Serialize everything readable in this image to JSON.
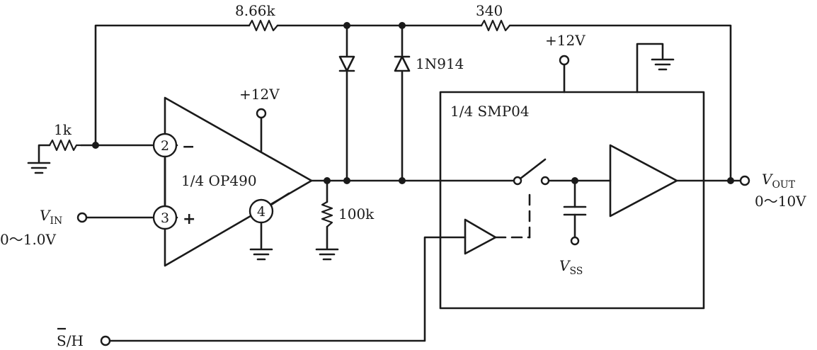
{
  "labels": {
    "r_feedback": "8.66k",
    "r_output": "340",
    "r_input": "1k",
    "r_pulldown": "100k",
    "diode_part": "1N914",
    "opamp_part": "1/4  OP490",
    "sh_part": "1/4  SMP04",
    "supply_opamp": "+12V",
    "supply_smp": "+12V",
    "vin_symbol": "V",
    "vin_sub": "IN",
    "vin_range": "0～1.0V",
    "vout_symbol": "V",
    "vout_sub": "OUT",
    "vout_range": "0～10V",
    "vss_symbol": "V",
    "vss_sub": "SS",
    "sh_control": "S/H",
    "pin2": "2",
    "pin3": "3",
    "pin4": "4",
    "minus_sign": "−",
    "plus_sign": "+"
  }
}
